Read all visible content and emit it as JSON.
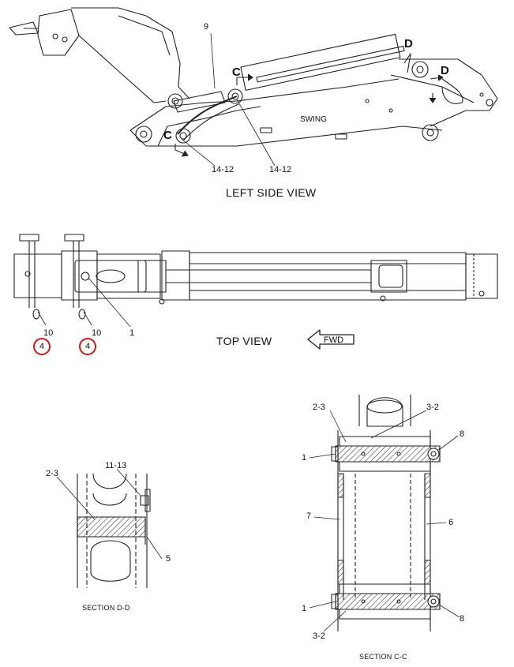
{
  "views": {
    "left_side": "LEFT SIDE VIEW",
    "top": "TOP VIEW",
    "section_dd": "SECTION  D-D",
    "section_cc": "SECTION  C-C"
  },
  "labels": {
    "swing": "SWING",
    "fwd": "FWD",
    "section_c": "C",
    "section_d": "D"
  },
  "callouts": {
    "left_side": [
      "9",
      "14-12",
      "14-12"
    ],
    "top": [
      "10",
      "10",
      "1"
    ],
    "section_dd": [
      "2-3",
      "11-13",
      "5"
    ],
    "section_cc": [
      "2-3",
      "3-2",
      "8",
      "1",
      "7",
      "6",
      "1",
      "8",
      "3-2"
    ]
  },
  "highlight": {
    "badges": [
      "4",
      "4"
    ],
    "color": "#d01818"
  }
}
